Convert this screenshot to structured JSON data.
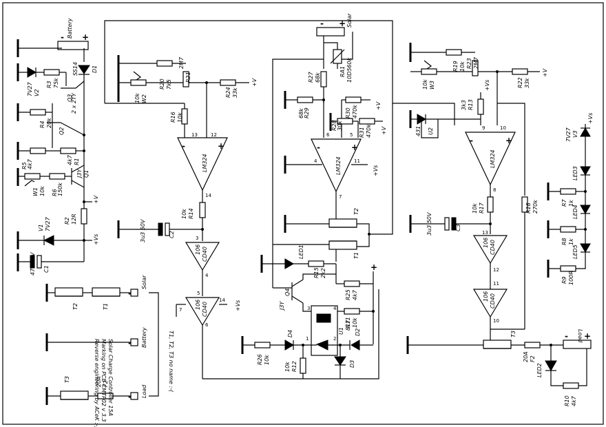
{
  "title": "Solar Charge Controller 15A",
  "notes": {
    "line1": "Solar Charge Controller 15A",
    "line2": "Marking on PCB CMTP02 v 3.3",
    "line3": "Reverse engineering by ACeK :-)",
    "mosfet_note": "T1, T2, T3 no name :-("
  },
  "supply": {
    "v_plus": "+V",
    "vs_plus": "+Vs"
  },
  "connectors": {
    "battery_top": "Battery",
    "solar_top": "Solar",
    "load_right": "Load",
    "solar_left": "Solar",
    "battery_left": "Battery",
    "load_left": "Load"
  },
  "signs": {
    "minus": "-",
    "plus": "+"
  },
  "components": {
    "D1": {
      "ref": "D1",
      "value": "SS14"
    },
    "V2": {
      "ref": "V2",
      "value": "7V27"
    },
    "R3": {
      "ref": "R3",
      "value": "75k"
    },
    "Q3": {
      "ref": "Q3",
      "value": ""
    },
    "Q2": {
      "ref": "Q2",
      "value": "2 x 2TY"
    },
    "R4": {
      "ref": "R4",
      "value": "20k"
    },
    "R5": {
      "ref": "R5",
      "value": "4k7"
    },
    "R1": {
      "ref": "R1",
      "value": "4k7"
    },
    "W1": {
      "ref": "W1",
      "value": "10k"
    },
    "R6": {
      "ref": "R6",
      "value": "150k"
    },
    "Q1": {
      "ref": "Q1",
      "value": "J3Y"
    },
    "R2": {
      "ref": "R2",
      "value": "12R"
    },
    "V1": {
      "ref": "V1",
      "value": "7V27"
    },
    "C1": {
      "ref": "C1",
      "value": "47u 25V"
    },
    "T2L": {
      "ref": "T2",
      "value": ""
    },
    "T1L": {
      "ref": "T1",
      "value": ""
    },
    "T3L": {
      "ref": "T3",
      "value": ""
    },
    "F2L": {
      "ref": "F2",
      "value": "20A"
    },
    "R20": {
      "ref": "R20",
      "value": "7k5"
    },
    "W2": {
      "ref": "W2",
      "value": "10k"
    },
    "R21": {
      "ref": "R21",
      "value": "2M7"
    },
    "R24": {
      "ref": "R24",
      "value": "33k"
    },
    "R16": {
      "ref": "R16",
      "value": "10k"
    },
    "U1A": {
      "ref": "LM324",
      "value": ""
    },
    "R14": {
      "ref": "R14",
      "value": "10k"
    },
    "C2": {
      "ref": "C2",
      "value": "3u3 50V"
    },
    "CD1": {
      "ref": "CD40",
      "value": "106"
    },
    "CD2": {
      "ref": "CD40",
      "value": "106"
    },
    "RA1": {
      "ref": "RA1",
      "value": "10D560k"
    },
    "R27": {
      "ref": "R27",
      "value": "68k"
    },
    "R29": {
      "ref": "R29",
      "value": "68k"
    },
    "R30": {
      "ref": "R30",
      "value": "470k"
    },
    "R28": {
      "ref": "R28",
      "value": "30k"
    },
    "R31": {
      "ref": "R31",
      "value": "470k"
    },
    "U1B": {
      "ref": "LM324",
      "value": ""
    },
    "T2": {
      "ref": "T2",
      "value": ""
    },
    "T1": {
      "ref": "T1",
      "value": ""
    },
    "LED1": {
      "ref": "LED1",
      "value": ""
    },
    "R15": {
      "ref": "R15",
      "value": "2k2"
    },
    "Q4": {
      "ref": "Q4",
      "value": "J3Y"
    },
    "R25": {
      "ref": "R25",
      "value": "4k7"
    },
    "R11": {
      "ref": "R11",
      "value": "10k"
    },
    "U1opto": {
      "ref": "U1",
      "value": "817"
    },
    "D4": {
      "ref": "D4",
      "value": ""
    },
    "D2": {
      "ref": "D2",
      "value": ""
    },
    "D3": {
      "ref": "D3",
      "value": ""
    },
    "R26": {
      "ref": "R26",
      "value": "10k"
    },
    "R12": {
      "ref": "R12",
      "value": "10k"
    },
    "R19": {
      "ref": "R19",
      "value": "10k"
    },
    "W3": {
      "ref": "W3",
      "value": "10k"
    },
    "R23": {
      "ref": "R23",
      "value": "2M7"
    },
    "R22": {
      "ref": "R22",
      "value": "33k"
    },
    "R13": {
      "ref": "R13",
      "value": "3k3"
    },
    "U2": {
      "ref": "U2",
      "value": "431"
    },
    "U1C": {
      "ref": "LM324",
      "value": ""
    },
    "R17": {
      "ref": "R17",
      "value": "10k"
    },
    "R18": {
      "ref": "R18",
      "value": "270k"
    },
    "C3": {
      "ref": "C3",
      "value": "3u3 50V"
    },
    "CD3": {
      "ref": "CD40",
      "value": "106"
    },
    "CD4": {
      "ref": "CD40",
      "value": "106"
    },
    "T3": {
      "ref": "T3",
      "value": ""
    },
    "F2": {
      "ref": "F2",
      "value": "20A"
    },
    "LED2": {
      "ref": "LED2",
      "value": ""
    },
    "R10": {
      "ref": "R10",
      "value": "4k7"
    },
    "V3": {
      "ref": "V3",
      "value": "7V27"
    },
    "LED3": {
      "ref": "LED3",
      "value": ""
    },
    "R7": {
      "ref": "R7",
      "value": "1k"
    },
    "LED4": {
      "ref": "LED4",
      "value": ""
    },
    "R8": {
      "ref": "R8",
      "value": "1k"
    },
    "LED5": {
      "ref": "LED5",
      "value": ""
    },
    "R9": {
      "ref": "R9",
      "value": "100R"
    }
  },
  "pins": {
    "a13": "13",
    "a12": "12",
    "a14": "14",
    "b6": "6",
    "b5": "5",
    "b4": "4",
    "b11": "11",
    "b7": "7",
    "c9": "9",
    "c10": "10",
    "c8": "8",
    "cd1_3": "3",
    "cd1_4": "4",
    "cd2_5": "5",
    "cd2_14": "14",
    "cd2_7": "7",
    "cd2_6": "6",
    "cd3_13": "13",
    "cd3_12": "12",
    "cd4_11": "11",
    "cd4_10": "10",
    "opto_1": "1",
    "opto_2": "2",
    "opto_3": "3",
    "opto_4": "4"
  }
}
